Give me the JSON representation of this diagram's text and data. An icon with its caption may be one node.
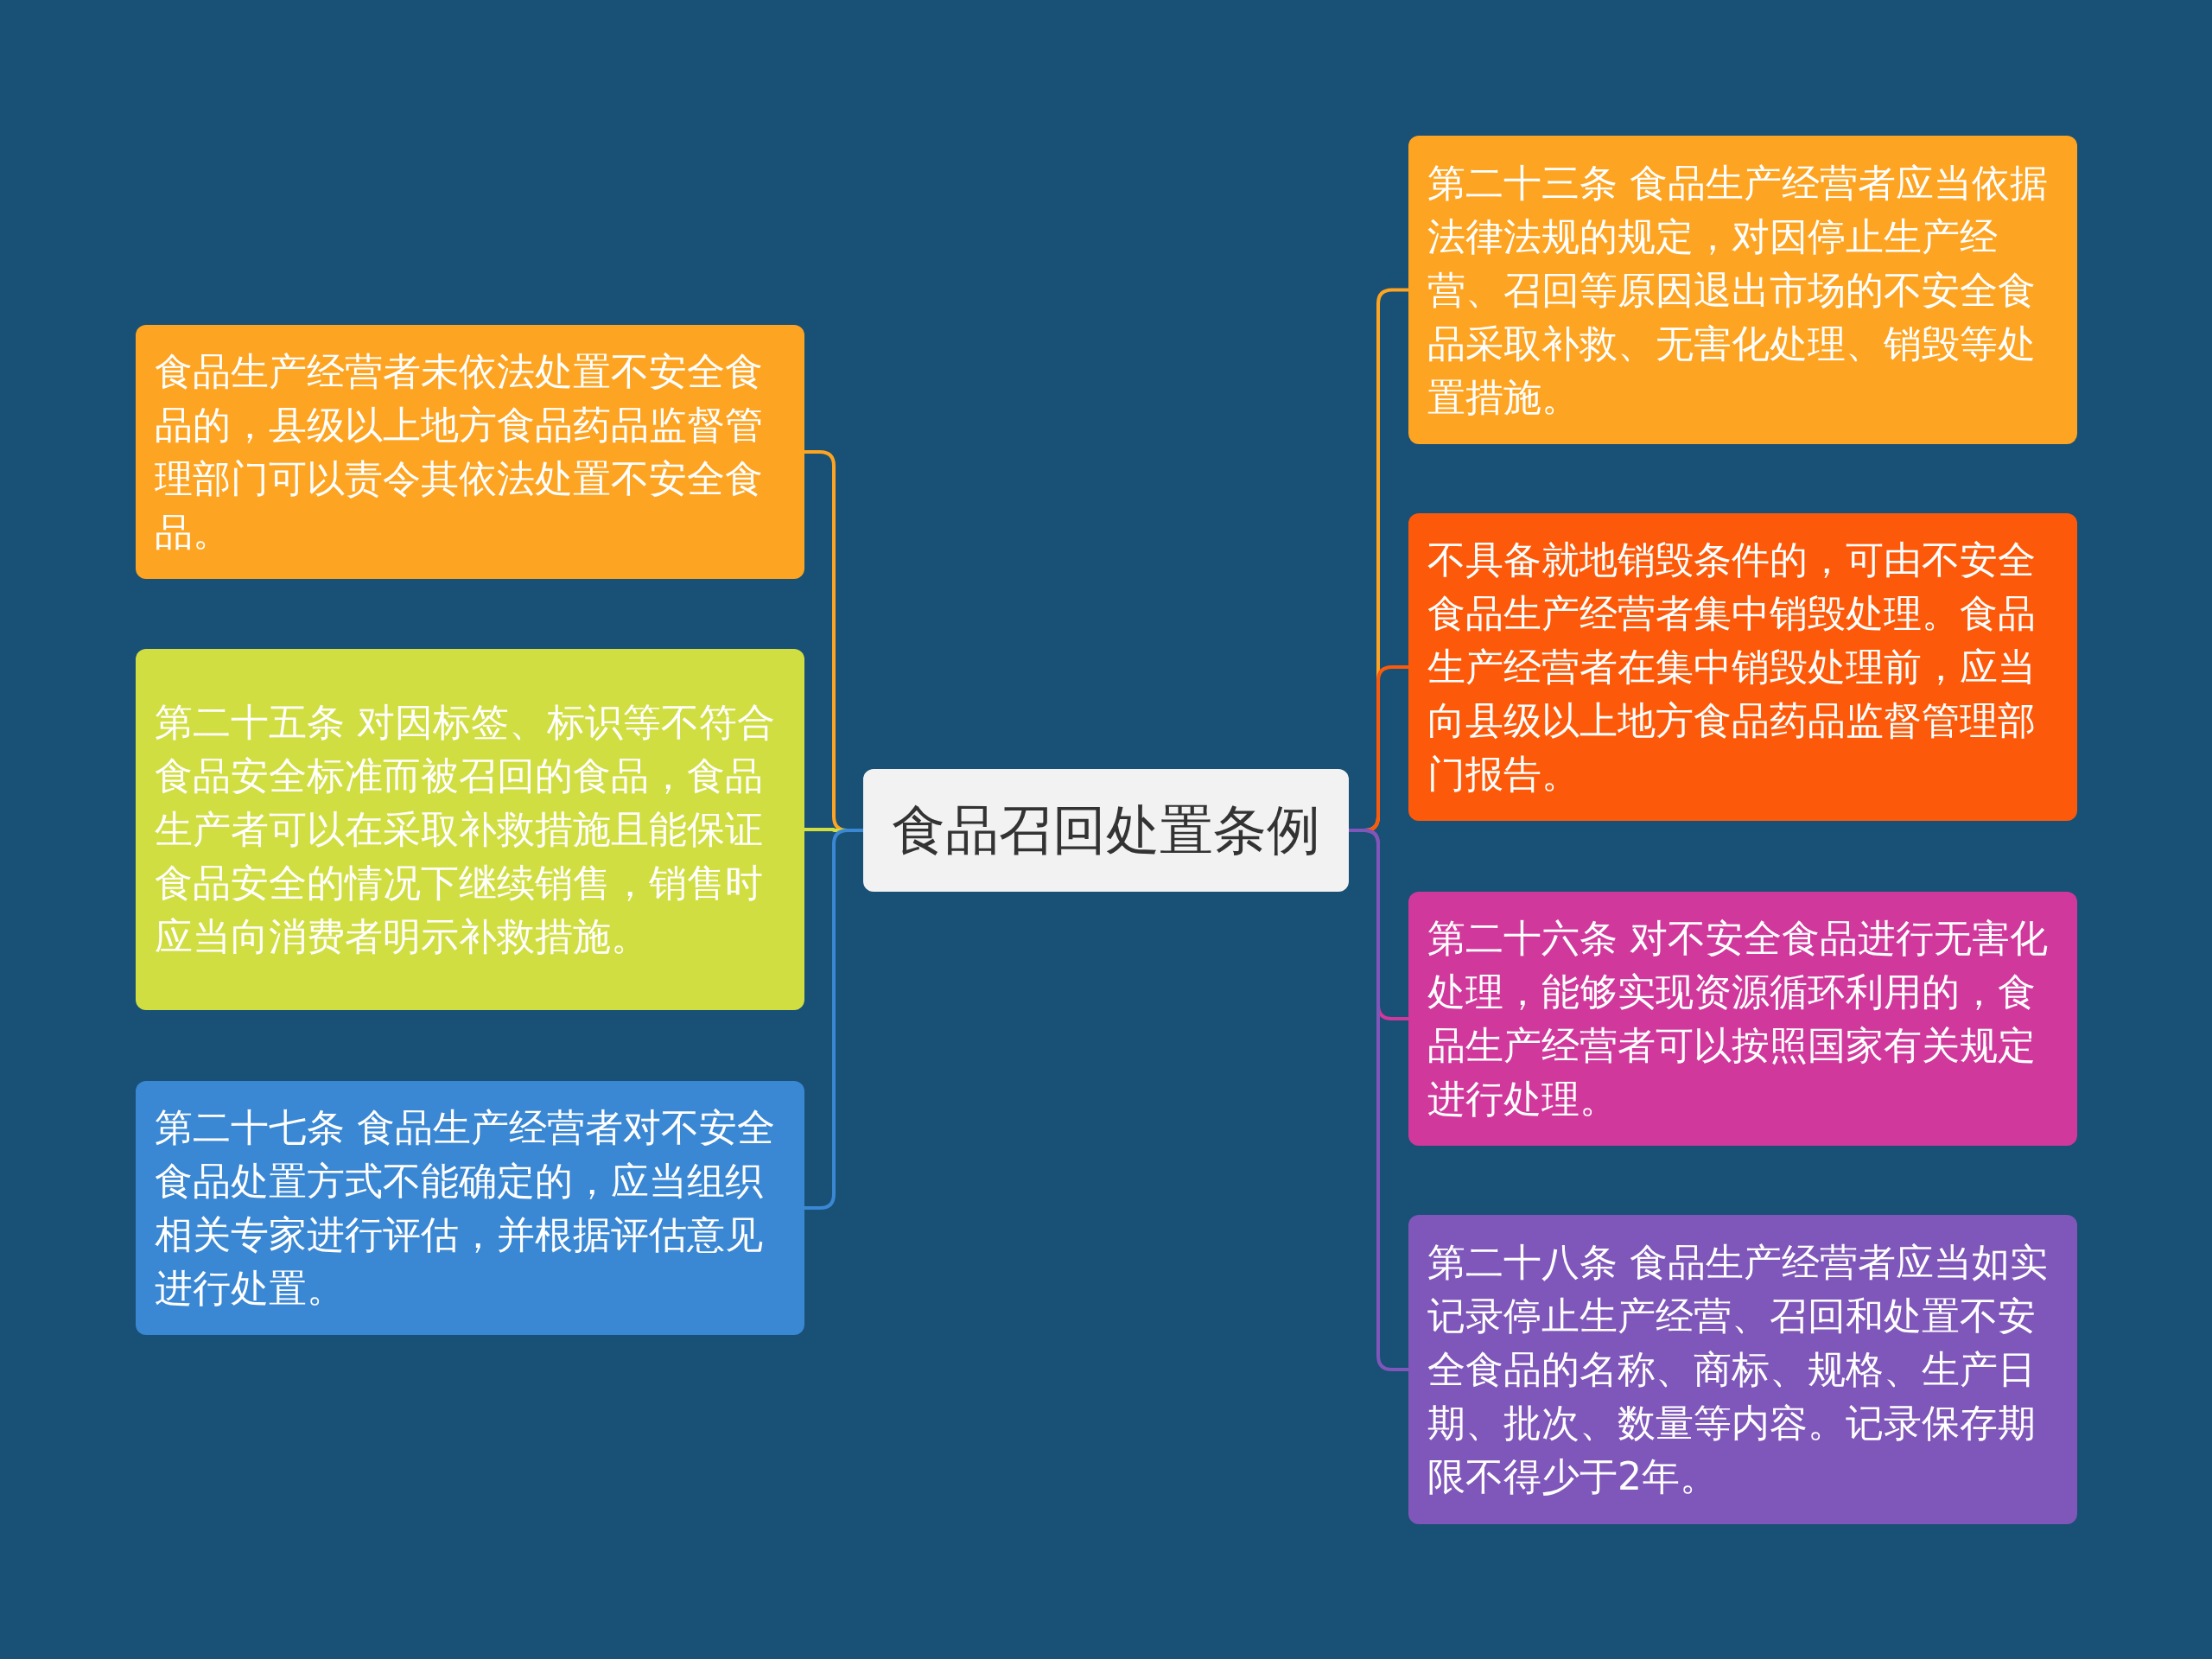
{
  "diagram": {
    "nodes": [
      {
        "text": [
          "食品召回处置条例"
        ]
      },
      {
        "text": [
          "食品生产经营者未依法处置不安全食品的，县级以上地方食品药品监督管理部门可以责令其依法处置不安全食品。"
        ]
      },
      {
        "text": [
          "第二十五条 对因标签、标识等不符合食品安全标准而被召回的食品，食品生产者可以在采取补救措施且能保证食品安全的情况下继续销售，销售时应当向消费者明示补救措施。"
        ]
      },
      {
        "text": [
          "第二十七条 食品生产经营者对不安全食品处置方式不能确定的，应当组织相关专家进行评估，并根据评估意见进行处置。"
        ]
      },
      {
        "text": [
          "第二十三条 食品生产经营者应当依据法律法规的规定，对因停止生产经营、召回等原因退出市场的不安全食品采取补救、无害化处理、销毁等处置措施。"
        ]
      },
      {
        "text": [
          "不具备就地销毁条件的，可由不安全食品生产经营者集中销毁处理。食品生产经营者在集中销毁处理前，应当向县级以上地方食品药品监督管理部门报告。"
        ]
      },
      {
        "text": [
          "第二十六条 对不安全食品进行无害化处理，能够实现资源循环利用的，食品生产经营者可以按照国家有关规定进行处理。"
        ]
      },
      {
        "text": [
          "第二十八条 食品生产经营者应当如实记录停止生产经营、召回和处置不安全食品的名称、商标、规格、生产日期、批次、数量等内容。记录保存期限不得少于2年。"
        ]
      }
    ],
    "edges": [
      {
        "from": 0,
        "to": 1,
        "arrow": "none",
        "color": "#fda422"
      },
      {
        "from": 0,
        "to": 2,
        "arrow": "none",
        "color": "#d0de41"
      },
      {
        "from": 0,
        "to": 3,
        "arrow": "none",
        "color": "#3a87d3"
      },
      {
        "from": 0,
        "to": 4,
        "arrow": "none",
        "color": "#fda422"
      },
      {
        "from": 0,
        "to": 5,
        "arrow": "none",
        "color": "#fc5a0a"
      },
      {
        "from": 0,
        "to": 6,
        "arrow": "none",
        "color": "#d0389c"
      },
      {
        "from": 0,
        "to": 7,
        "arrow": "none",
        "color": "#7f56b9"
      }
    ]
  }
}
